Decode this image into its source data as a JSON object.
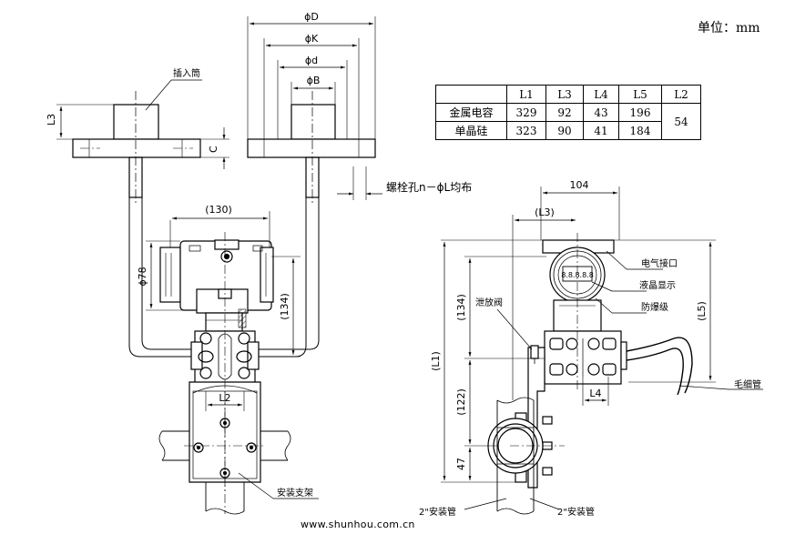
{
  "unit_label": "单位：mm",
  "table": {
    "headers": [
      "",
      "L1",
      "L3",
      "L4",
      "L5",
      "L2"
    ],
    "rows": [
      {
        "name": "金属电容",
        "L1": "329",
        "L3": "92",
        "L4": "43",
        "L5": "196"
      },
      {
        "name": "单晶硅",
        "L1": "323",
        "L3": "90",
        "L4": "41",
        "L5": "184"
      }
    ],
    "L2_value": "54"
  },
  "flange_dims": {
    "D": "ϕD",
    "K": "ϕK",
    "d": "ϕd",
    "B": "ϕB",
    "L3": "L3",
    "C": "C"
  },
  "labels": {
    "insert_tube": "插入筒",
    "bolt_hole": "螺栓孔n－ϕL均布",
    "dim_130": "(130)",
    "dim_78": "ϕ78",
    "dim_134_left": "(134)",
    "dim_L2": "L2",
    "bracket": "安装支架",
    "dim_104": "104",
    "dim_L3": "(L3)",
    "electrical_interface": "电气接口",
    "lcd_display": "液晶显示",
    "explosion_proof": "防爆级",
    "drain_valve": "泄放阀",
    "dim_L5": "(L5)",
    "dim_L1": "(L1)",
    "dim_134_right": "(134)",
    "dim_122": "(122)",
    "dim_47": "47",
    "dim_L4": "L4",
    "capillary": "毛细管",
    "pipe_left": "2\"安装管",
    "pipe_right": "2\"安装管",
    "lcd_text": "8.8.8.8.8"
  },
  "source": "www.shunhou.com.cn"
}
